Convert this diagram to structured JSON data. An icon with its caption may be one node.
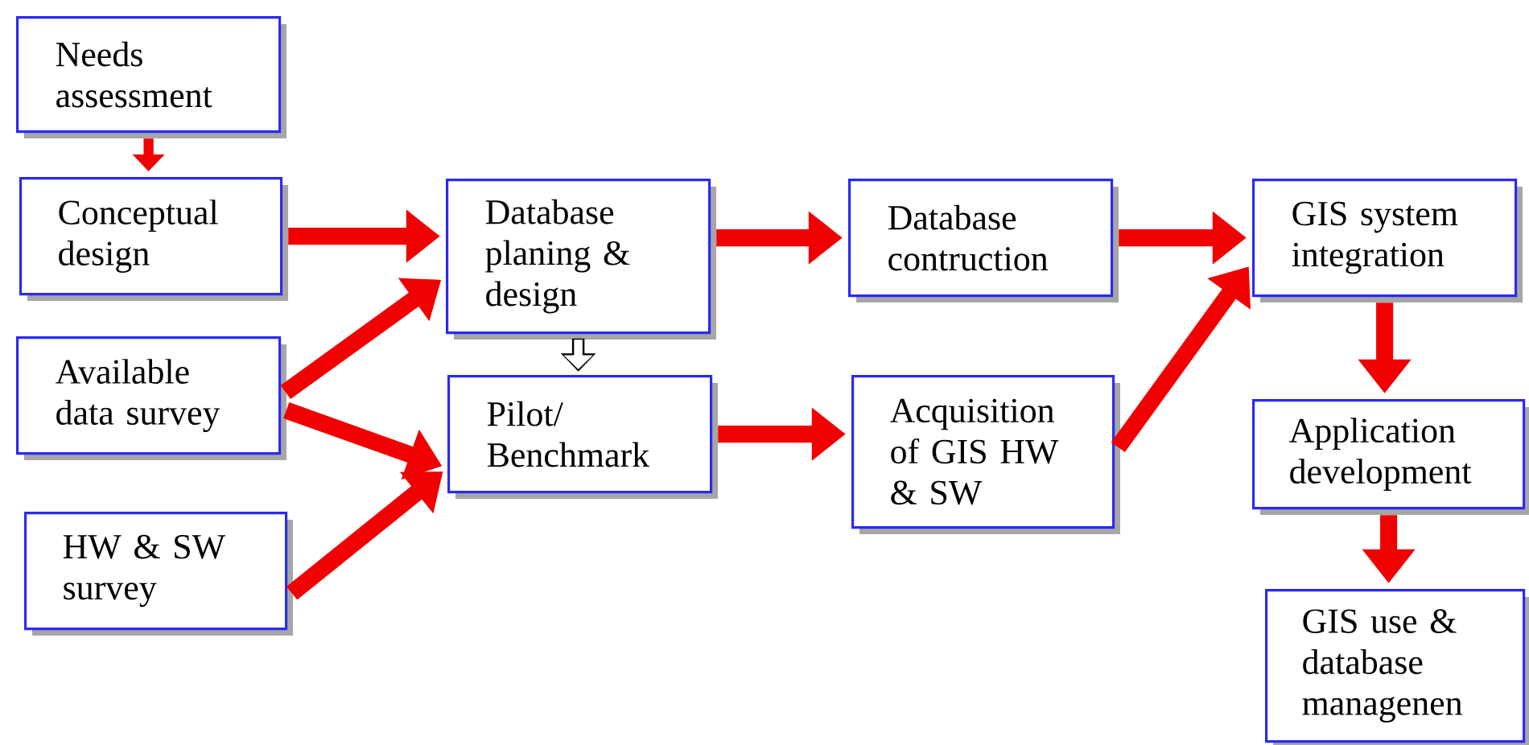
{
  "diagram": {
    "nodes": [
      {
        "text": [
          "Needs assessment"
        ]
      },
      {
        "text": [
          "Conceptual design"
        ]
      },
      {
        "text": [
          "Available data survey"
        ]
      },
      {
        "text": [
          "HW & SW survey"
        ]
      },
      {
        "text": [
          "Database planing & design"
        ]
      },
      {
        "text": [
          "Pilot/ Benchmark"
        ]
      },
      {
        "text": [
          "Database contruction"
        ]
      },
      {
        "text": [
          "Acquisition of GIS HW & SW"
        ]
      },
      {
        "text": [
          "GIS system integration"
        ]
      },
      {
        "text": [
          "Application development"
        ]
      },
      {
        "text": [
          "GIS use & database managenen"
        ]
      }
    ],
    "edges": [
      {
        "from": 0,
        "to": 1,
        "arrow": "to"
      },
      {
        "from": 1,
        "to": 4,
        "arrow": "to"
      },
      {
        "from": 2,
        "to": 4,
        "arrow": "to"
      },
      {
        "from": 2,
        "to": 5,
        "arrow": "to"
      },
      {
        "from": 3,
        "to": 5,
        "arrow": "to"
      },
      {
        "from": 4,
        "to": 5,
        "arrow": "to",
        "color": "#ffffff"
      },
      {
        "from": 4,
        "to": 6,
        "arrow": "to"
      },
      {
        "from": 5,
        "to": 7,
        "arrow": "to"
      },
      {
        "from": 6,
        "to": 8,
        "arrow": "to"
      },
      {
        "from": 7,
        "to": 8,
        "arrow": "to"
      },
      {
        "from": 8,
        "to": 9,
        "arrow": "to"
      },
      {
        "from": 9,
        "to": 10,
        "arrow": "to"
      }
    ]
  }
}
